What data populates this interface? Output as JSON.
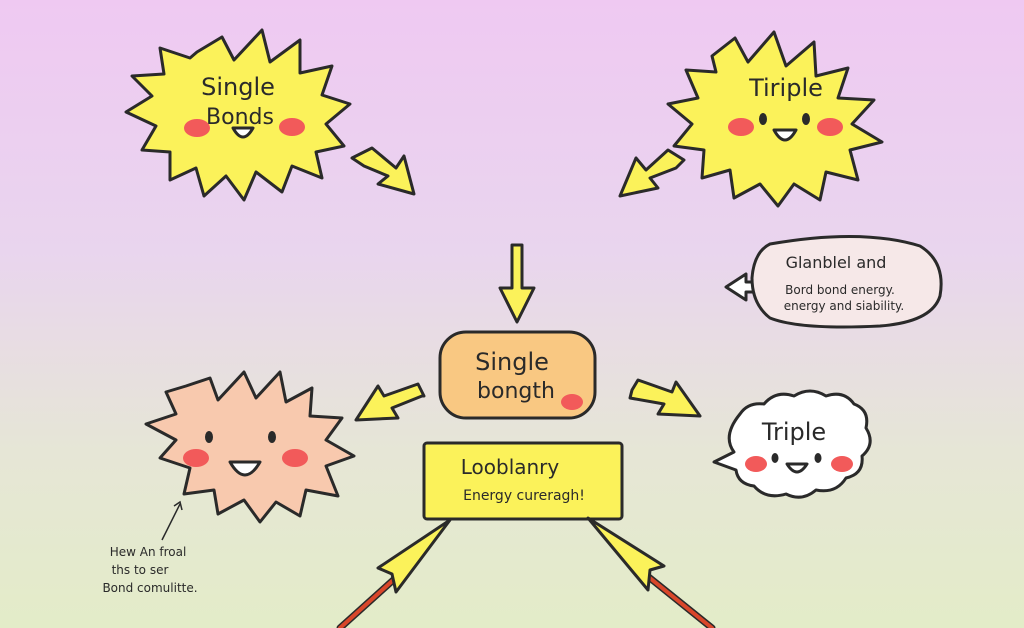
{
  "nodes": {
    "single_bonds_star": {
      "line1": "Single",
      "line2": "Bonds"
    },
    "triple_star": {
      "label": "Tiriple"
    },
    "center_box": {
      "line1": "Single",
      "line2": "bongth"
    },
    "energy_box": {
      "line1": "Looblanry",
      "line2": "Energy cureragh!"
    },
    "triple_bubble": {
      "label": "Triple"
    }
  },
  "annotations": {
    "top_right_note": {
      "line1": "Glanblel and",
      "line2": "Bord bond energy.",
      "line3": "energy and siability."
    },
    "bottom_left_note": {
      "line1": "Hew An froal",
      "line2": "ths to ser",
      "line3": "Bond comulitte."
    }
  },
  "colors": {
    "yellow": "#fbf25a",
    "peach": "#f8c9ae",
    "box_orange": "#f9c882",
    "cheek": "#f25a5a",
    "arrow_red": "#d9462a"
  }
}
